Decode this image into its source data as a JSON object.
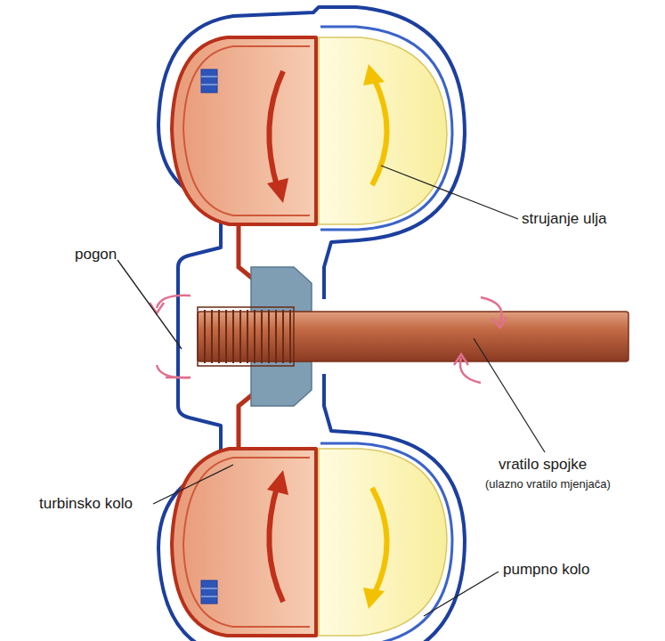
{
  "diagram": {
    "labels": [
      "pogon",
      "strujanje ulja",
      "turbinsko kolo",
      "vratilo spojke",
      "(ulazno vratilo mjenjača)",
      "pumpno kolo"
    ]
  }
}
